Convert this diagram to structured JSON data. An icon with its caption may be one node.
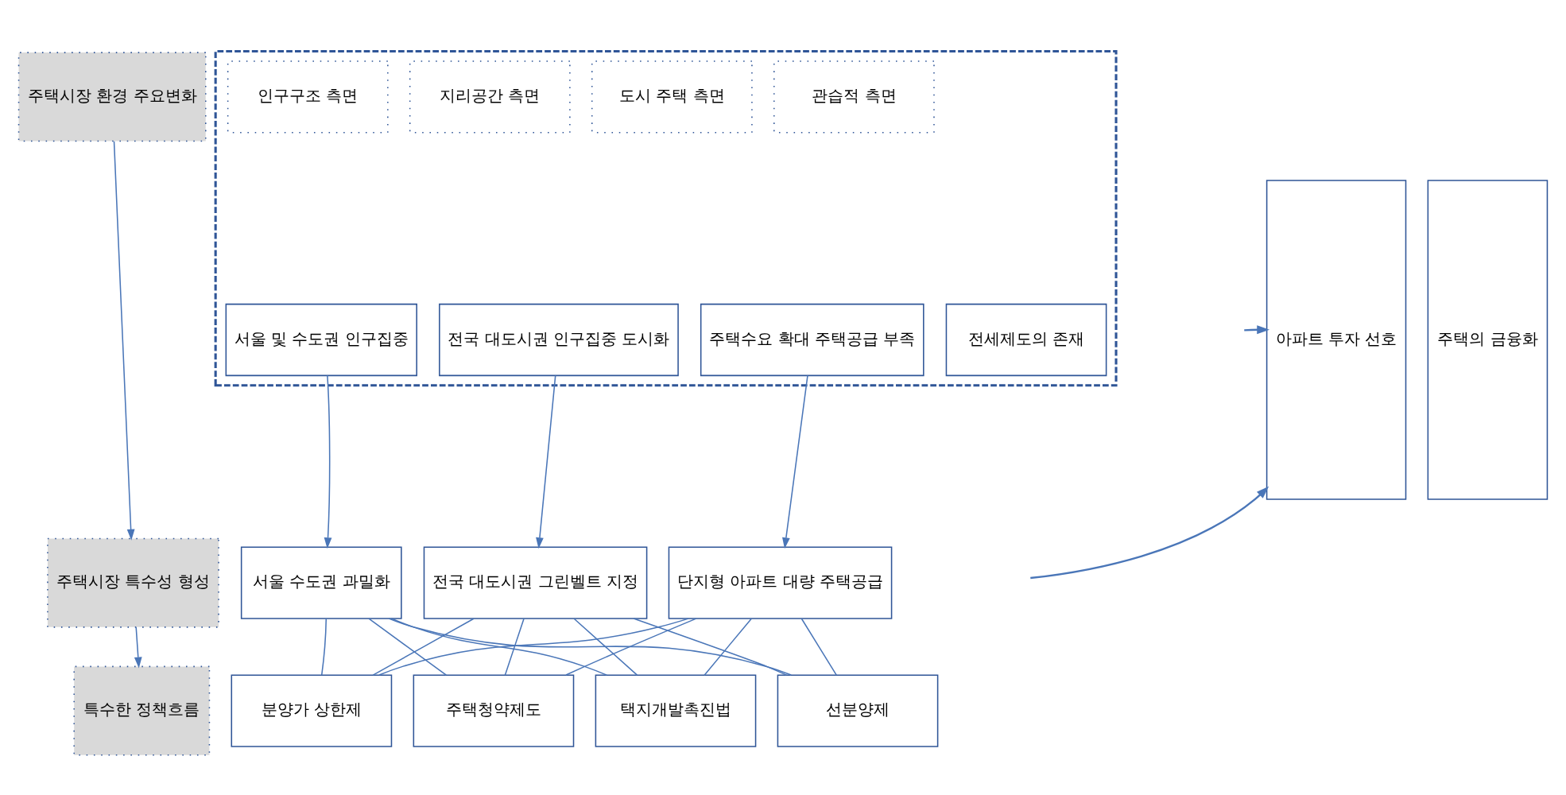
{
  "diagram": {
    "nodes": [
      {
        "text": [
          "주택시장 환경 주요변화"
        ]
      },
      {
        "text": [
          "주택시장 특수성 형성"
        ]
      },
      {
        "text": [
          "특수한 정책흐름"
        ]
      },
      {
        "text": [],
        "shape": "box"
      },
      {
        "text": [
          "인구구조 측면"
        ],
        "in": 3
      },
      {
        "text": [
          "지리공간 측면"
        ],
        "in": 3
      },
      {
        "text": [
          "도시 주택 측면"
        ],
        "in": 3
      },
      {
        "text": [
          "관습적 측면"
        ],
        "in": 3
      },
      {
        "text": [
          "서울 및 수도권 인구집중"
        ],
        "in": 3
      },
      {
        "text": [
          "전국 대도시권 인구집중 도시화"
        ],
        "in": 3
      },
      {
        "text": [
          "주택수요 확대 주택공급 부족"
        ],
        "in": 3
      },
      {
        "text": [
          "전세제도의 존재"
        ],
        "in": 3
      },
      {
        "text": [
          "서울 수도권 과밀화"
        ]
      },
      {
        "text": [
          "전국 대도시권 그린벨트 지정"
        ]
      },
      {
        "text": [
          "단지형 아파트 대량 주택공급"
        ]
      },
      {
        "text": [
          "분양가 상한제"
        ]
      },
      {
        "text": [
          "주택청약제도"
        ]
      },
      {
        "text": [
          "택지개발촉진법"
        ]
      },
      {
        "text": [
          "선분양제"
        ]
      },
      {
        "text": [
          "아파트 투자 선호"
        ]
      },
      {
        "text": [
          "주택의 금융화"
        ]
      }
    ],
    "edges": [
      {
        "from": 0,
        "to": 1,
        "arrow": "to"
      },
      {
        "from": 1,
        "to": 2,
        "arrow": "to"
      },
      {
        "from": 8,
        "to": 12,
        "arrow": "to"
      },
      {
        "from": 9,
        "to": 13,
        "arrow": "to"
      },
      {
        "from": 10,
        "to": 14,
        "arrow": "to"
      },
      {
        "from": 12,
        "to": 15,
        "arrow": "none"
      },
      {
        "from": 12,
        "to": 16,
        "arrow": "none"
      },
      {
        "from": 12,
        "to": 17,
        "arrow": "none"
      },
      {
        "from": 12,
        "to": 18,
        "arrow": "none"
      },
      {
        "from": 13,
        "to": 15,
        "arrow": "none"
      },
      {
        "from": 13,
        "to": 16,
        "arrow": "none"
      },
      {
        "from": 13,
        "to": 17,
        "arrow": "none"
      },
      {
        "from": 13,
        "to": 18,
        "arrow": "none"
      },
      {
        "from": 14,
        "to": 15,
        "arrow": "none"
      },
      {
        "from": 14,
        "to": 16,
        "arrow": "none"
      },
      {
        "from": 14,
        "to": 17,
        "arrow": "none"
      },
      {
        "from": 14,
        "to": 18,
        "arrow": "none"
      },
      {
        "from": null,
        "to": 19,
        "arrow": "to"
      },
      {
        "from": null,
        "to": 19,
        "arrow": "to"
      }
    ]
  }
}
